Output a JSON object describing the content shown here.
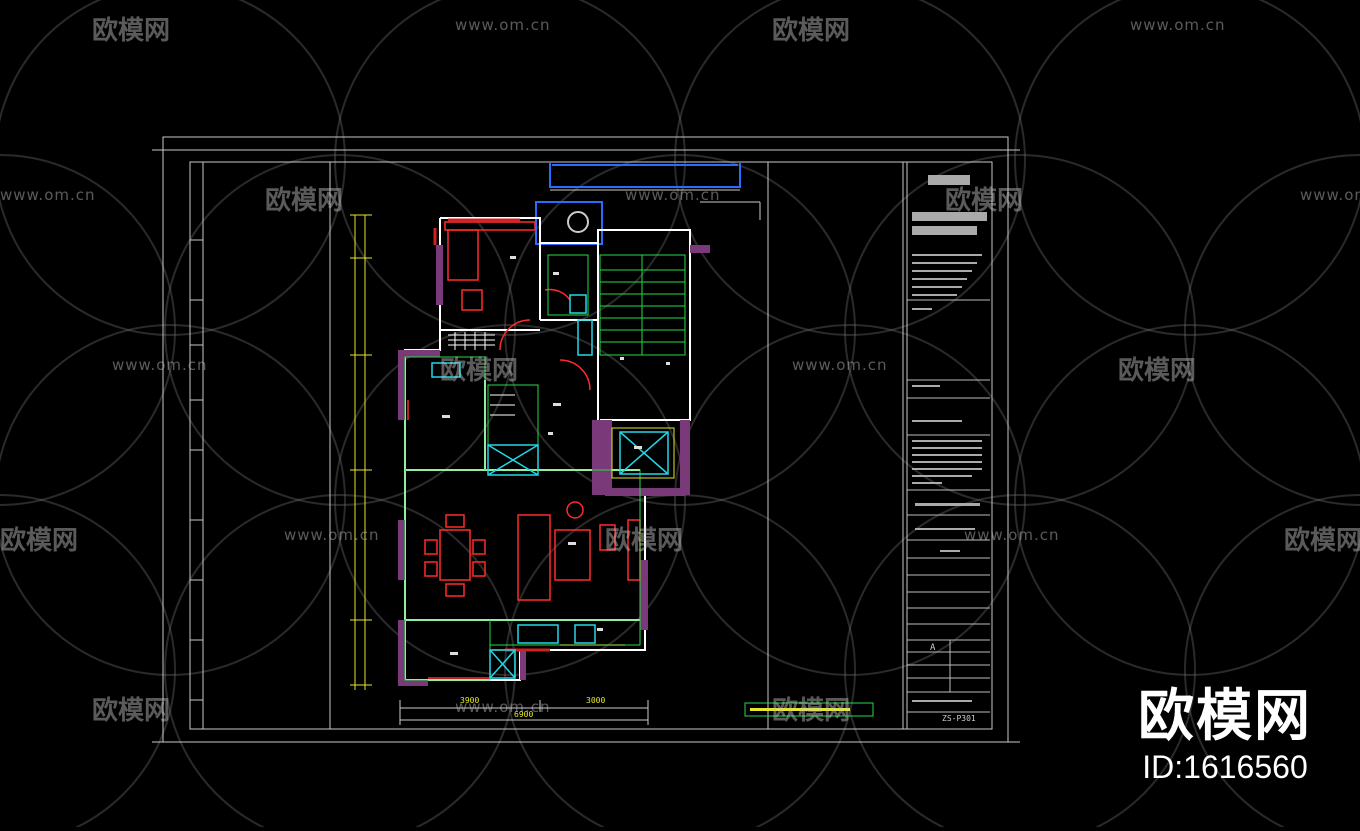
{
  "watermarks": {
    "url_text": "www.om.cn",
    "brand_text": "欧模网"
  },
  "brand": {
    "name": "欧模网",
    "id_label": "ID:1616560"
  },
  "drawing": {
    "dimension_total": "6900",
    "dimension_left": "3900",
    "dimension_right": "3000",
    "title_block": {
      "sheet_code": "ZS-P301",
      "revision": "A"
    }
  },
  "colors": {
    "background": "#000000",
    "frame": "#c8c8c8",
    "wall": "#ffffff",
    "wall_fill": "#7a3a7a",
    "furniture": "#ff2a2a",
    "stairs": "#22dd44",
    "glass": "#2a6cff",
    "cyan": "#22d8e8",
    "yellow": "#e6e62a"
  }
}
